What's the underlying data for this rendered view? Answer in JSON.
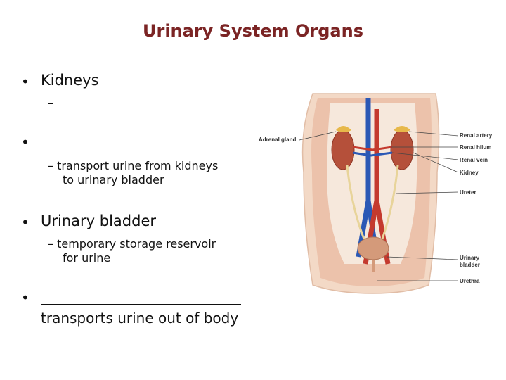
{
  "slide": {
    "title": "Urinary System Organs",
    "items": [
      {
        "text": "Kidneys",
        "sub": "–"
      },
      {
        "text": "",
        "sub": "– transport urine from kidneys to urinary bladder",
        "sub_lines": [
          "– transport urine from kidneys",
          "to urinary bladder"
        ]
      },
      {
        "text": "Urinary bladder",
        "sub_lines": [
          "– temporary storage reservoir",
          "for urine"
        ]
      },
      {
        "text": "transports urine out of body"
      }
    ]
  },
  "diagram": {
    "labels": {
      "adrenal_gland": "Adrenal gland",
      "renal_artery": "Renal artery",
      "renal_hilum": "Renal hilum",
      "renal_vein": "Renal vein",
      "kidney": "Kidney",
      "ureter": "Ureter",
      "urinary_bladder_1": "Urinary",
      "urinary_bladder_2": "bladder",
      "urethra": "Urethra"
    }
  }
}
